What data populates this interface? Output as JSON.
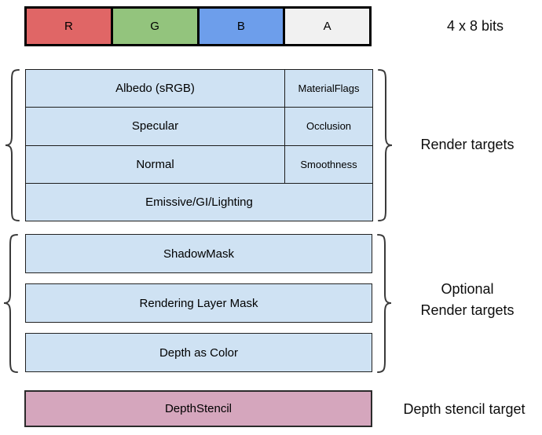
{
  "bit_layout": {
    "channels": [
      {
        "label": "R",
        "color": "#E06666"
      },
      {
        "label": "G",
        "color": "#93C47D"
      },
      {
        "label": "B",
        "color": "#6D9EEB"
      },
      {
        "label": "A",
        "color": "#F1F1F1"
      }
    ],
    "caption": "4 x 8 bits"
  },
  "render_targets": {
    "label": "Render targets",
    "fill": "#CFE2F3",
    "rows": [
      {
        "main": "Albedo (sRGB)",
        "sub": "MaterialFlags"
      },
      {
        "main": "Specular",
        "sub": "Occlusion"
      },
      {
        "main": "Normal",
        "sub": "Smoothness"
      },
      {
        "main": "Emissive/GI/Lighting"
      }
    ]
  },
  "optional_render_targets": {
    "label_line1": "Optional",
    "label_line2": "Render targets",
    "fill": "#CFE2F3",
    "rows": [
      "ShadowMask",
      "Rendering Layer Mask",
      "Depth as Color"
    ]
  },
  "depth_stencil": {
    "label": "DepthStencil",
    "fill": "#D5A6BD",
    "caption": "Depth stencil target"
  },
  "icons": {
    "left_brace": "curly-brace-left",
    "right_brace": "curly-brace-right"
  }
}
